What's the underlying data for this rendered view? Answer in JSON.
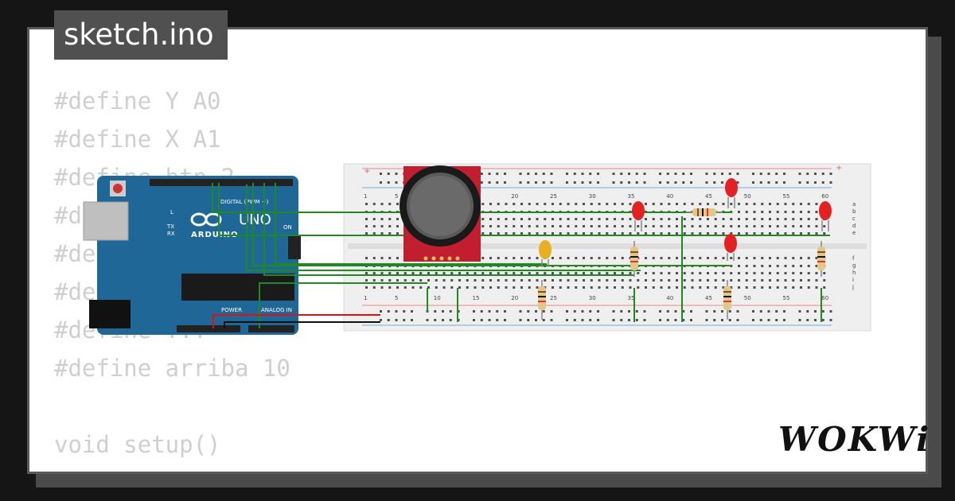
{
  "tab": {
    "filename": "sketch.ino"
  },
  "code_lines": [
    "#define Y A0",
    "#define X A1",
    "#define btn 2",
    "#define ...",
    "#define ...",
    "#define ...",
    "#define ...",
    "#define arriba 10",
    "",
    "void setup()",
    "{"
  ],
  "arduino": {
    "board_name": "UNO",
    "brand": "ARDUINO",
    "digital_label": "DIGITAL (PWM ~)",
    "on_label": "ON",
    "l_label": "L",
    "tx_label": "TX",
    "rx_label": "RX",
    "power_label": "POWER",
    "analog_label": "ANALOG IN"
  },
  "breadboard": {
    "col_numbers": [
      "1",
      "5",
      "10",
      "15",
      "20",
      "25",
      "30",
      "35",
      "40",
      "45",
      "50",
      "55",
      "60"
    ],
    "row_letters_top": [
      "a",
      "b",
      "c",
      "d",
      "e"
    ],
    "row_letters_bottom": [
      "f",
      "g",
      "h",
      "i",
      "j"
    ],
    "plus": "+",
    "minus": "-"
  },
  "logo": {
    "text": "WOKWi"
  },
  "colors": {
    "background": "#151515",
    "card": "#ffffff",
    "tab": "#505050",
    "arduino_blue": "#1e6796",
    "wire_green": "#1f8a1f",
    "wire_red": "#e01010",
    "led_red": "#e22222",
    "led_yellow": "#e8b020",
    "joystick_board": "#c11f2f"
  },
  "icons": [
    "arduino-infinity-icon",
    "reset-button-icon",
    "power-jack-icon",
    "usb-port-icon"
  ]
}
